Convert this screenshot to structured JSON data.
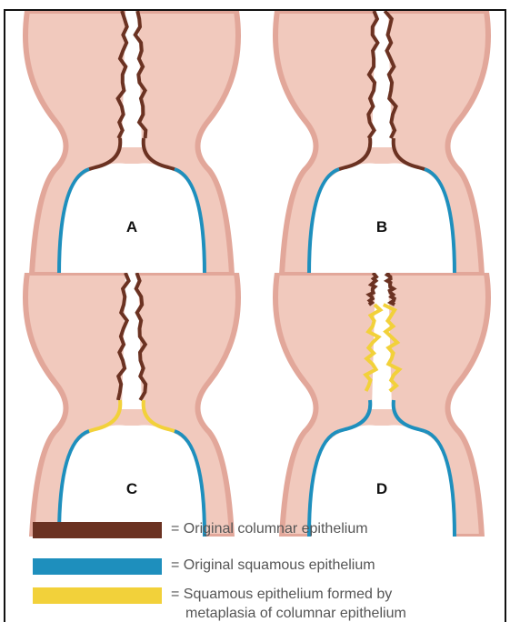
{
  "panels": [
    {
      "id": "a",
      "label": "A",
      "upper": "brown",
      "lower": "blue",
      "junction": "brown"
    },
    {
      "id": "b",
      "label": "B",
      "upper": "brown",
      "lower": "blue",
      "junction": "brown"
    },
    {
      "id": "c",
      "label": "C",
      "upper": "brown",
      "lower": "blue",
      "junction": "yellow"
    },
    {
      "id": "d",
      "label": "D",
      "upper": "yellow",
      "lower": "blue",
      "junction": "blue"
    }
  ],
  "legend": {
    "columnar": {
      "prefix": "=",
      "text": "Original columnar epithelium",
      "color": "#6b3222"
    },
    "squamous": {
      "prefix": "=",
      "text": "Original squamous epithelium",
      "color": "#1e8fbd"
    },
    "metaplasia": {
      "prefix": "=",
      "text": "Squamous epithelium formed by",
      "text2": "metaplasia of columnar epithelium",
      "color": "#f2d13a"
    }
  },
  "colors": {
    "tissue": "#f1c9bd",
    "tissue_dark": "#e2a79a",
    "brown": "#6b3222",
    "blue": "#1e8fbd",
    "yellow": "#f2d13a"
  }
}
